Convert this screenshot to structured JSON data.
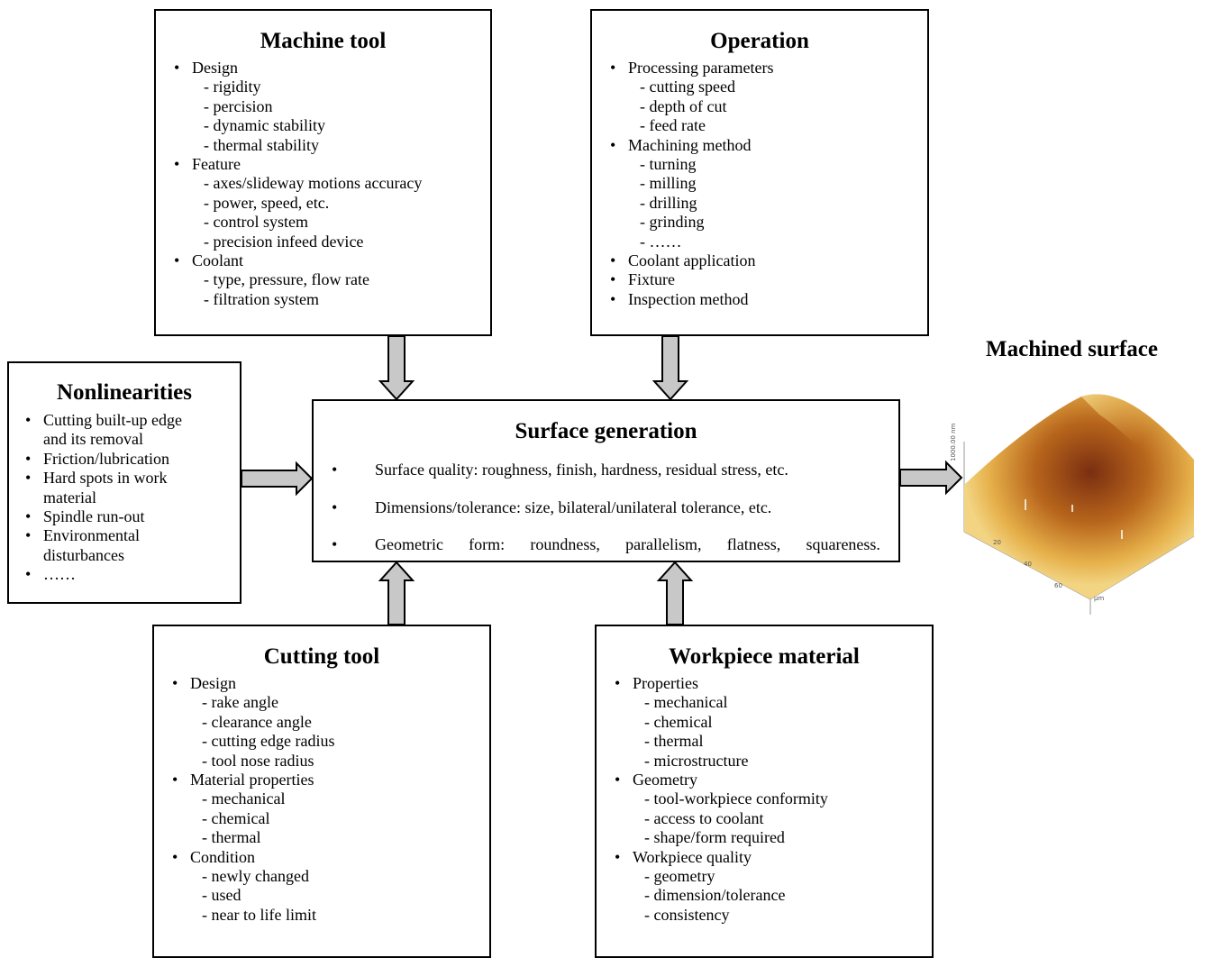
{
  "machine_tool": {
    "title": "Machine tool",
    "items": [
      {
        "label": "Design",
        "subs": [
          "- rigidity",
          "- percision",
          "- dynamic stability",
          "- thermal stability"
        ]
      },
      {
        "label": "Feature",
        "subs": [
          "- axes/slideway motions accuracy",
          "- power, speed, etc.",
          "- control system",
          "- precision infeed device"
        ]
      },
      {
        "label": "Coolant",
        "subs": [
          "- type, pressure, flow rate",
          "- filtration system"
        ]
      }
    ]
  },
  "operation": {
    "title": "Operation",
    "items": [
      {
        "label": "Processing parameters",
        "subs": [
          "- cutting speed",
          "- depth of cut",
          "- feed rate"
        ]
      },
      {
        "label": "Machining method",
        "subs": [
          "- turning",
          "- milling",
          "- drilling",
          "- grinding",
          "- ……"
        ]
      },
      {
        "label": "Coolant application",
        "subs": []
      },
      {
        "label": "Fixture",
        "subs": []
      },
      {
        "label": "Inspection method",
        "subs": []
      }
    ]
  },
  "nonlinearities": {
    "title": "Nonlinearities",
    "items": [
      {
        "label": "Cutting built-up edge",
        "subs": [
          "and its removal"
        ]
      },
      {
        "label": "Friction/lubrication",
        "subs": []
      },
      {
        "label": "Hard spots in work",
        "subs": [
          "material"
        ]
      },
      {
        "label": "Spindle run-out",
        "subs": []
      },
      {
        "label": "Environmental",
        "subs": [
          "disturbances"
        ]
      },
      {
        "label": "……",
        "subs": []
      }
    ]
  },
  "surface_generation": {
    "title": "Surface generation",
    "bullet": "•",
    "rows": [
      "Surface quality: roughness, finish, hardness, residual stress, etc.",
      "Dimensions/tolerance: size, bilateral/unilateral tolerance, etc.",
      "Geometric form: roundness, parallelism, flatness, squareness."
    ]
  },
  "cutting_tool": {
    "title": "Cutting tool",
    "items": [
      {
        "label": "Design",
        "subs": [
          "- rake angle",
          "- clearance angle",
          "- cutting edge radius",
          "- tool nose radius"
        ]
      },
      {
        "label": "Material properties",
        "subs": [
          "- mechanical",
          "- chemical",
          "- thermal"
        ]
      },
      {
        "label": "Condition",
        "subs": [
          "- newly changed",
          "- used",
          "- near to life limit"
        ]
      }
    ]
  },
  "workpiece_material": {
    "title": "Workpiece material",
    "items": [
      {
        "label": "Properties",
        "subs": [
          "- mechanical",
          "- chemical",
          "- thermal",
          "- microstructure"
        ]
      },
      {
        "label": "Geometry",
        "subs": [
          "- tool-workpiece conformity",
          "- access to coolant",
          "- shape/form required"
        ]
      },
      {
        "label": "Workpiece quality",
        "subs": [
          "- geometry",
          "- dimension/tolerance",
          "- consistency"
        ]
      }
    ]
  },
  "machined_surface": {
    "title": "Machined surface",
    "axis_labels": [
      "1000.00 nm",
      "20",
      "40",
      "60",
      "µm"
    ],
    "colors": {
      "dark": "#7a2e10",
      "mid": "#b8661c",
      "light": "#e6b04a",
      "pale": "#f2d483"
    }
  },
  "arrow_color": "#c8c8c8"
}
